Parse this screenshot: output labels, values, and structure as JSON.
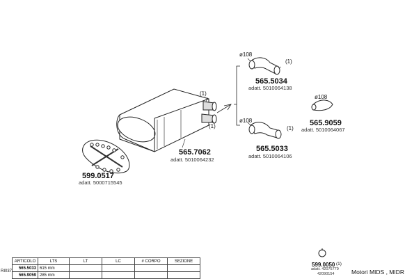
{
  "labels": {
    "main_code": "565.7062",
    "main_adatt": "adatt. 5010064232",
    "main_note_top": "(1)",
    "main_note_bottom": "(1)",
    "clamp_code": "599.0517",
    "clamp_adatt": "adatt. 5000715545",
    "top_pipe_diam": "ø108",
    "top_pipe_note": "(1)",
    "top_pipe_code": "565.5034",
    "top_pipe_adatt": "adatt. 5010064138",
    "bottom_pipe_diam": "ø108",
    "bottom_pipe_note": "(1)",
    "bottom_pipe_code": "565.5033",
    "bottom_pipe_adatt": "adatt. 5010064106",
    "small_pipe_diam": "ø108",
    "small_pipe_code": "565.9059",
    "small_pipe_adatt": "adatt. 5010064067",
    "ring_code": "599.0050",
    "ring_note": "(1)",
    "ring_adatt_1": "adatt. 42075779",
    "ring_adatt_2": "42090154",
    "motori": "Motori MIDS , MIDR",
    "side_code": "RI037"
  },
  "table": {
    "headers": [
      "ARTICOLO",
      "LTS",
      "LT",
      "LC",
      "# CORPO",
      "SEZIONE"
    ],
    "rows": [
      {
        "articolo": "565.5033",
        "lts": "615 mm"
      },
      {
        "articolo": "565.9059",
        "lts": "285 mm"
      }
    ]
  },
  "colors": {
    "line": "#222222",
    "shade": "#555555"
  }
}
